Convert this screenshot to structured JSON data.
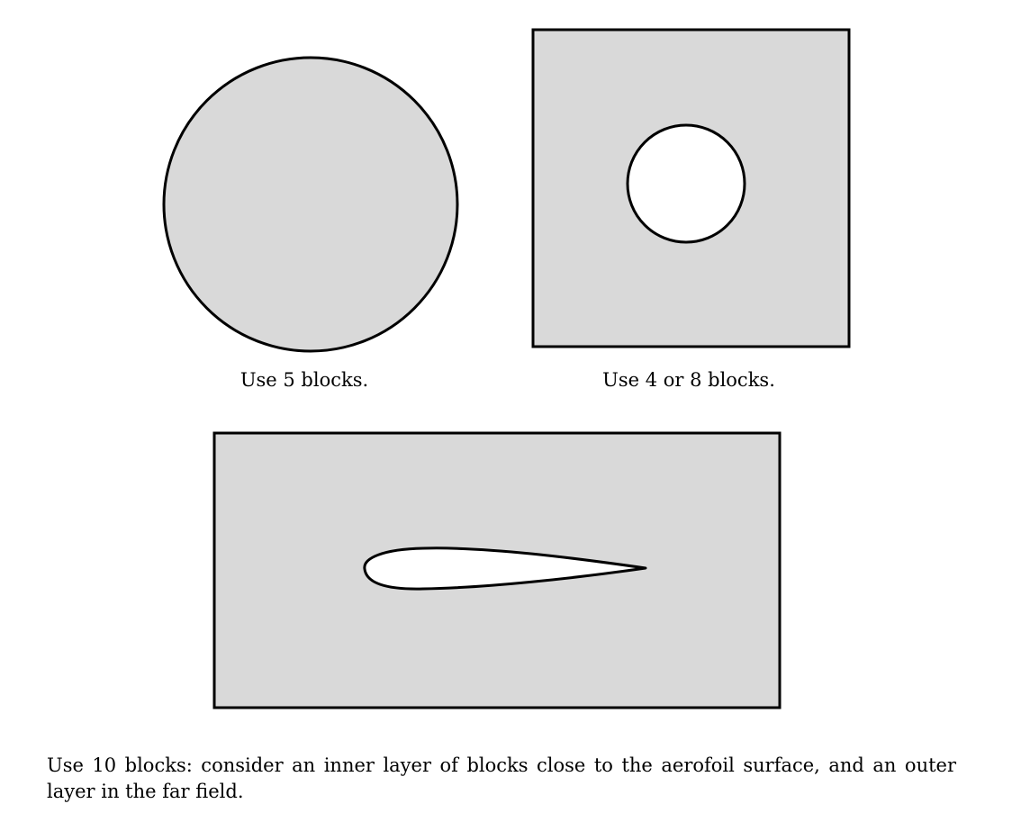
{
  "captions": {
    "circle": "Use 5 blocks.",
    "square_hole": "Use 4 or 8 blocks.",
    "aerofoil": "Use 10 blocks: consider an inner layer of blocks close to the aerofoil surface, and an outer layer in the far field."
  },
  "colors": {
    "domain_fill": "#d9d9d9",
    "outline": "#000000",
    "hole_fill": "#ffffff"
  }
}
